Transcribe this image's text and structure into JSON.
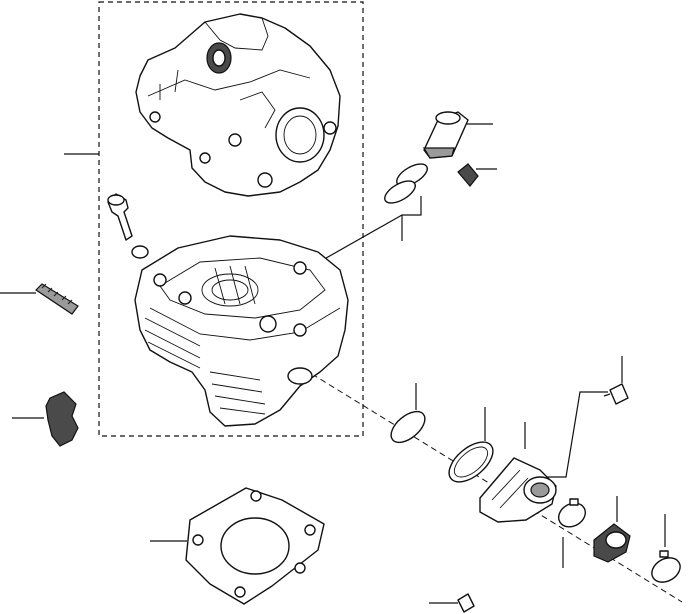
{
  "diagram": {
    "type": "exploded-parts-view",
    "parts": [
      {
        "name": "cylinder-head-cover"
      },
      {
        "name": "cylinder-head"
      },
      {
        "name": "oil-filler-cap"
      },
      {
        "name": "o-ring-pair"
      },
      {
        "name": "drain-bolt"
      },
      {
        "name": "valve-guide"
      },
      {
        "name": "small-o-ring"
      },
      {
        "name": "stud-bolt"
      },
      {
        "name": "oil-seal-set"
      },
      {
        "name": "cylinder-head-gasket"
      },
      {
        "name": "intake-o-ring"
      },
      {
        "name": "intake-gasket"
      },
      {
        "name": "intake-manifold"
      },
      {
        "name": "flange-bolt"
      },
      {
        "name": "hose-clamp-left"
      },
      {
        "name": "insulator-rubber"
      },
      {
        "name": "hose-clamp-right"
      },
      {
        "name": "bottom-bolt"
      }
    ],
    "colors": {
      "line": "#111111",
      "fill": "#ffffff",
      "dark_part": "#4a4a4a"
    }
  }
}
